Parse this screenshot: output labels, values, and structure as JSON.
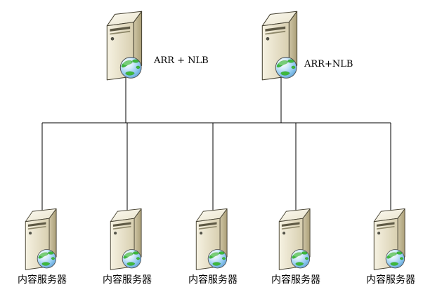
{
  "diagram": {
    "top_servers": [
      {
        "label": "ARR + NLB"
      },
      {
        "label": "ARR+NLB"
      }
    ],
    "bottom_servers": [
      {
        "label": "内容服务器"
      },
      {
        "label": "内容服务器"
      },
      {
        "label": "内容服务器"
      },
      {
        "label": "内容服务器"
      },
      {
        "label": "内容服务器"
      }
    ]
  },
  "icons": {
    "server": "server-tower-icon",
    "globe": "globe-icon"
  },
  "colors": {
    "background": "#ffffff",
    "line": "#000000",
    "text": "#000000",
    "server_front": "#f4efdd",
    "server_side": "#bfb58f",
    "server_top": "#fbf9f0",
    "globe_water": "#8cc6ee",
    "globe_land": "#3db83d"
  }
}
